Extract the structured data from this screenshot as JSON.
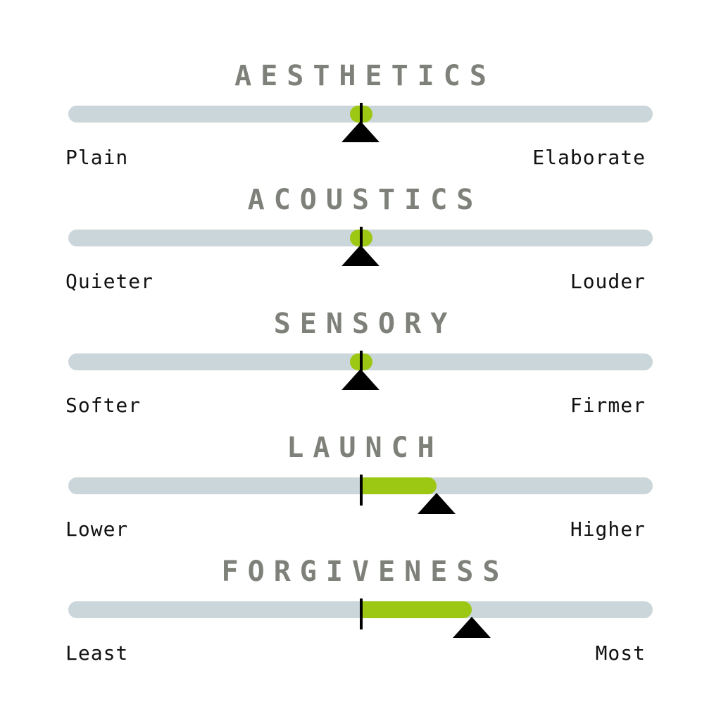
{
  "ratings": [
    {
      "title": "AESTHETICS",
      "left_label": "Plain",
      "right_label": "Elaborate",
      "value": 0.5
    },
    {
      "title": "ACOUSTICS",
      "left_label": "Quieter",
      "right_label": "Louder",
      "value": 0.5
    },
    {
      "title": "SENSORY",
      "left_label": "Softer",
      "right_label": "Firmer",
      "value": 0.5
    },
    {
      "title": "LAUNCH",
      "left_label": "Lower",
      "right_label": "Higher",
      "value": 0.63
    },
    {
      "title": "FORGIVENESS",
      "left_label": "Least",
      "right_label": "Most",
      "value": 0.69
    }
  ],
  "colors": {
    "track": "#cbd6da",
    "fill": "#9cc813",
    "marker": "#000000",
    "title": "#7e807a",
    "label": "#111111"
  }
}
